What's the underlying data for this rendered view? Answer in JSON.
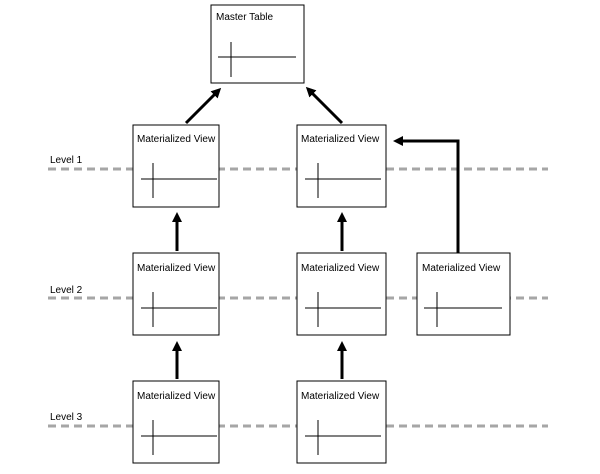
{
  "levels": [
    {
      "label": "Level 1"
    },
    {
      "label": "Level 2"
    },
    {
      "label": "Level 3"
    }
  ],
  "nodes": {
    "master": {
      "label": "Master Table"
    },
    "mv_l1_a": {
      "label": "Materialized View"
    },
    "mv_l1_b": {
      "label": "Materialized View"
    },
    "mv_l2_a": {
      "label": "Materialized View"
    },
    "mv_l2_b": {
      "label": "Materialized View"
    },
    "mv_l2_c": {
      "label": "Materialized View"
    },
    "mv_l3_a": {
      "label": "Materialized View"
    },
    "mv_l3_b": {
      "label": "Materialized View"
    }
  },
  "colors": {
    "stroke": "#000000",
    "level_line": "#a6a6a6",
    "background": "#ffffff"
  }
}
